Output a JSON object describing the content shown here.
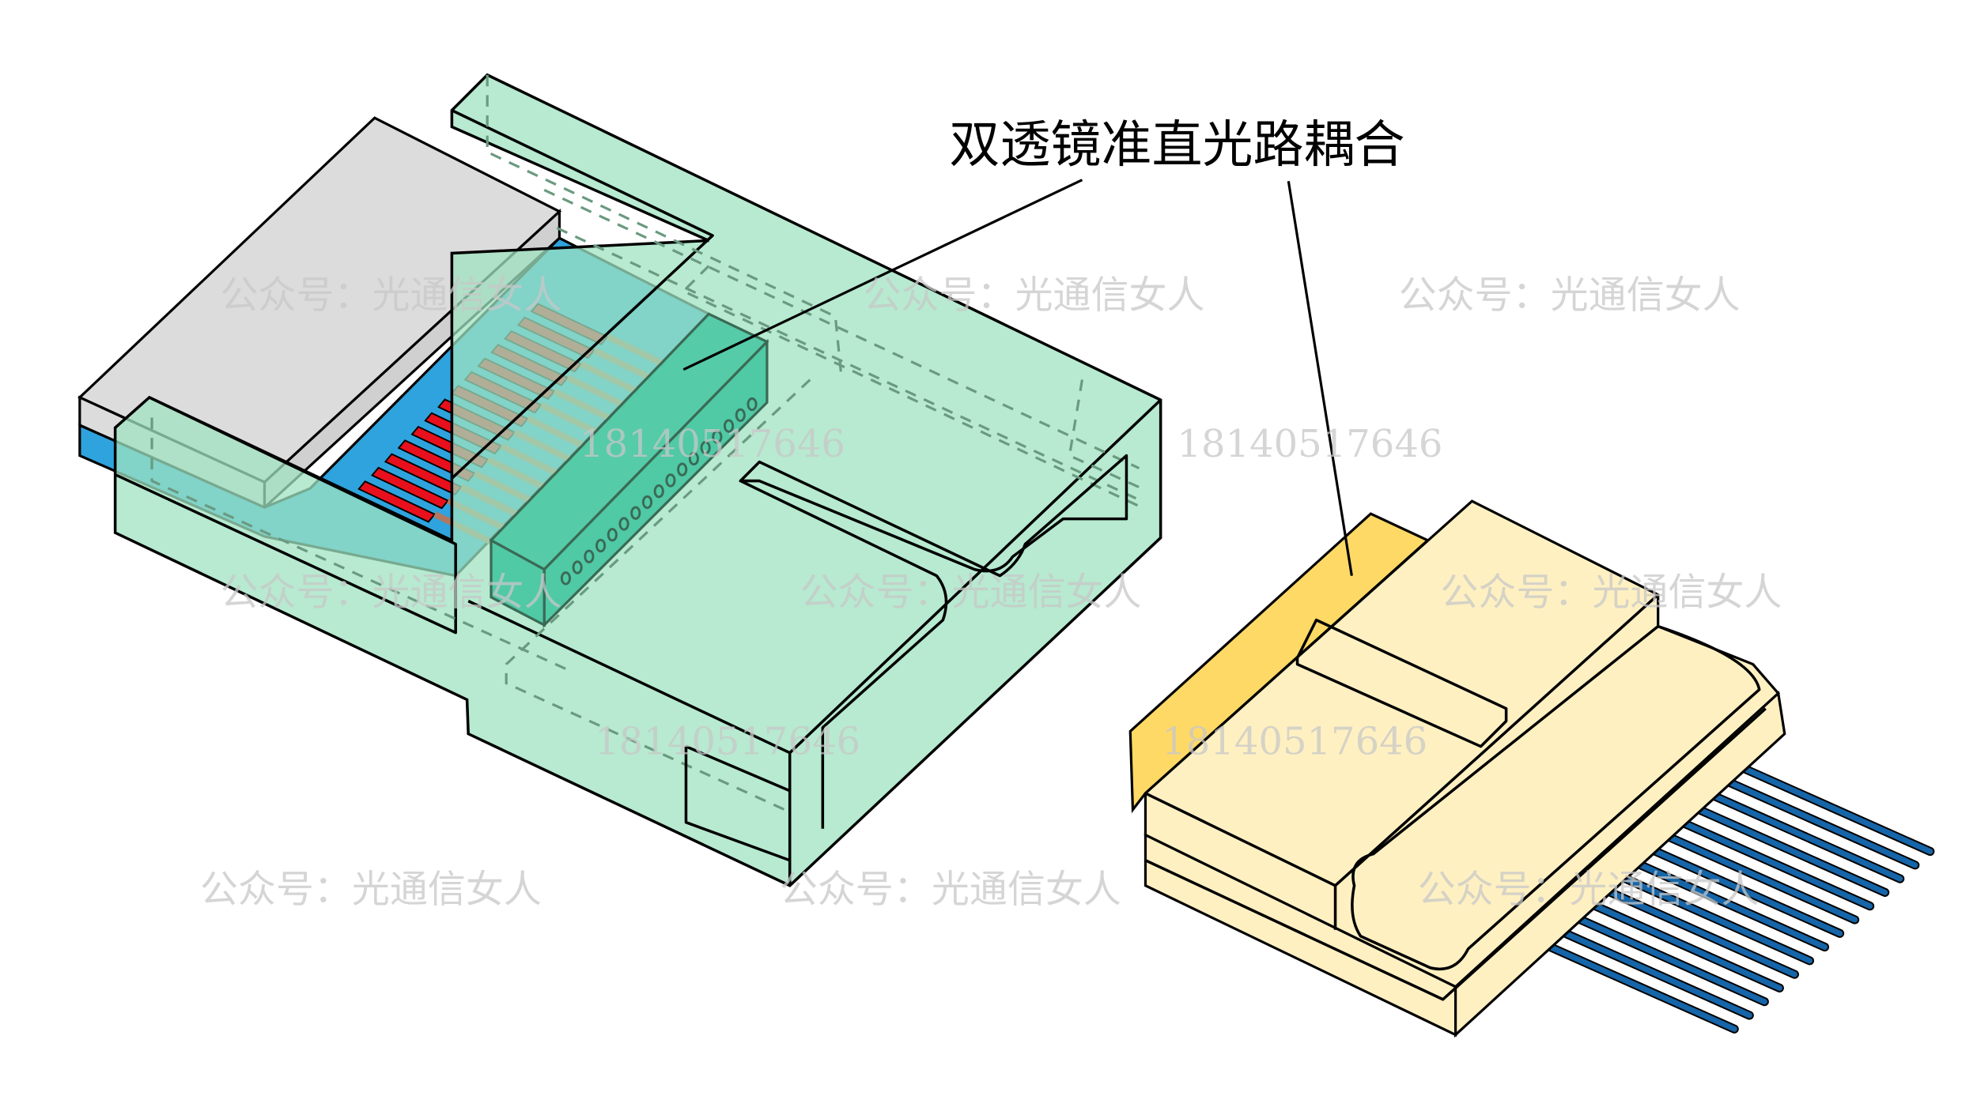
{
  "annotation": {
    "label": "双透镜准直光路耦合"
  },
  "watermarks": {
    "account": "公众号：光通信女人",
    "phone": "18140517646"
  },
  "colors": {
    "housing_green": "#b3ecd0",
    "lens_block_teal": "#45c5a0",
    "pcb_blue": "#2fa3dd",
    "fiber_red": "#e8101c",
    "board_gray": "#dcdcdc",
    "connector_cream": "#fff0c2",
    "connector_yellow": "#ffd966",
    "fiber_blue": "#1565a8"
  }
}
